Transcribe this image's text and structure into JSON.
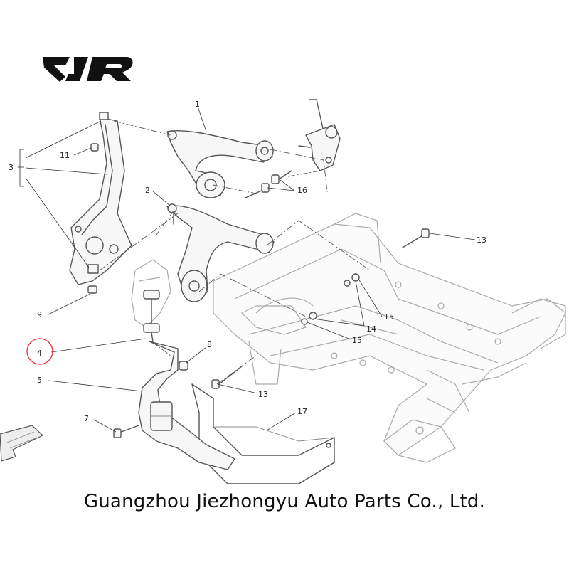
{
  "logo": {
    "text": "EJR"
  },
  "callouts": {
    "c1": "1",
    "c2": "2",
    "c3": "3",
    "c4": "4",
    "c5": "5",
    "c7": "7",
    "c8": "8",
    "c9": "9",
    "c11": "11",
    "c13a": "13",
    "c13b": "13",
    "c14": "14",
    "c15a": "15",
    "c15b": "15",
    "c16": "16",
    "c17": "17"
  },
  "highlight": {
    "callout": "4",
    "color": "#e0303a"
  },
  "footer": {
    "company": "Guangzhou Jiezhongyu Auto Parts Co., Ltd."
  }
}
